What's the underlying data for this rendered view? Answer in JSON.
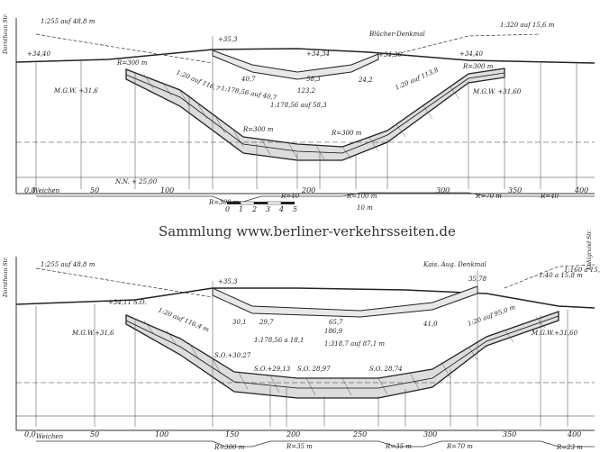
{
  "caption": "Sammlung www.berliner-verkehrsseiten.de",
  "top_profile": {
    "street_label": "Dornthean Str.",
    "labels": {
      "grade_left": "1:255 auf 48,8 m",
      "grade_right": "1:320 auf 15,6 m",
      "blucher": "Blücher-Denkmal",
      "elev_left": "+34,40",
      "elev_353": "+35,3",
      "elev_3434": "+34,34",
      "elev_3430": "+34,30",
      "elev_right": "+34,40",
      "radius_left": "R=300 m",
      "radius_right": "R=300 m",
      "radius_mid1": "R=300 m",
      "radius_mid2": "R=300 m",
      "mgw_left": "M.G.W. +31,6",
      "mgw_right": "M.G.W. +31,60",
      "grade_120a": "1:20 auf 116,7",
      "grade_120b": "1:20 auf 113,8",
      "grade_mid": "1:178,56 auf 40,7",
      "grade_low": "1:178,56 auf 58,3",
      "d407": "40,7",
      "d583": "58,3",
      "d1232": "123,2",
      "d242": "24,2",
      "nn": "N.N. + 25,00",
      "weichen": "Weichen",
      "scale_unit": "10 m",
      "scale_numbers": [
        "0",
        "1",
        "2",
        "3",
        "4",
        "5"
      ],
      "rad_bottom": [
        "R=300 m",
        "R=40",
        "R=100 m",
        "R=70 m",
        "R=40"
      ],
      "station_labels": [
        "0,0",
        "50",
        "100",
        "200",
        "300",
        "350",
        "400"
      ]
    }
  },
  "bottom_profile": {
    "street_label": "Dornthean Str.",
    "street_right": "Kahlgrund Str.",
    "labels": {
      "grade_left": "1:255 auf 48,8 m",
      "grade_right1": "1:40 a 15,8 m",
      "grade_right2": "1:160 a 15,8 m",
      "kaiser": "Kais. Aug. Denkmal",
      "elev_353": "+35,3",
      "elev_3578": "35,78",
      "elev_left": "+34,11 S.O.",
      "mgw_left": "M.G.W.+31,6",
      "mgw_right": "M.G.W.+31,60",
      "grade_a": "1:20 auf 116,4 m",
      "grade_b": "1:20 auf 95,0 m",
      "grade_c": "1:318,7 auf 87,1 m",
      "grade_d": "1:178,56 a 18,1",
      "d301": "30,1",
      "d297": "29,7",
      "d657": "65,7",
      "d1869": "186,9",
      "d410": "41,0",
      "so1": "S.O.+30,27",
      "so2": "S.O.+29,13",
      "so3": "S.O. 28,97",
      "so4": "S.O. 28,74",
      "weichen": "Weichen",
      "rad_bottom": [
        "R=300 m",
        "R=35 m",
        "R=35 m",
        "R=70 m",
        "R=23 m"
      ],
      "station_labels": [
        "0,0",
        "50",
        "100",
        "150",
        "200",
        "250",
        "300",
        "350",
        "400"
      ]
    }
  }
}
